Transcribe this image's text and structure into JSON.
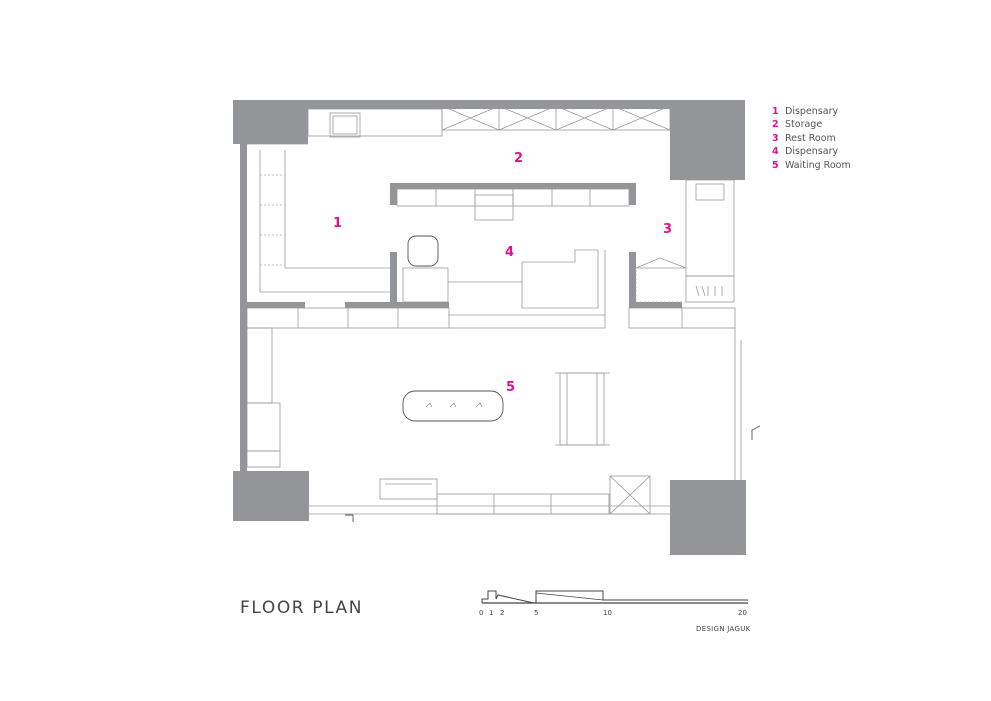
{
  "legend": [
    {
      "num": "1",
      "label": "Dispensary"
    },
    {
      "num": "2",
      "label": "Storage"
    },
    {
      "num": "3",
      "label": "Rest Room"
    },
    {
      "num": "4",
      "label": "Dispensary"
    },
    {
      "num": "5",
      "label": "Waiting Room"
    }
  ],
  "rooms": [
    {
      "num": "1"
    },
    {
      "num": "2"
    },
    {
      "num": "3"
    },
    {
      "num": "4"
    },
    {
      "num": "5"
    }
  ],
  "title": "FLOOR PLAN",
  "credit": "DESIGN JAGUK",
  "scale": {
    "ticks": [
      "0",
      "1",
      "2",
      "5",
      "10",
      "20"
    ]
  },
  "colors": {
    "wall": "#949599",
    "room_number": "#e0138c",
    "line": "#9a9a9a"
  }
}
